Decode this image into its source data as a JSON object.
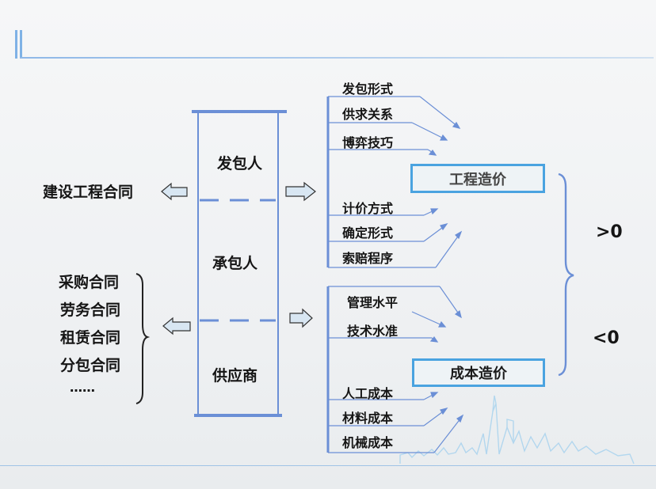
{
  "parties": {
    "employer": "发包人",
    "contractor": "承包人",
    "supplier": "供应商"
  },
  "left": {
    "construction_contract": "建设工程合同",
    "contracts": [
      "采购合同",
      "劳务合同",
      "租赁合同",
      "分包合同",
      "……"
    ]
  },
  "upper_factors": [
    "发包形式",
    "供求关系",
    "博弈技巧",
    "计价方式",
    "确定形式",
    "索赔程序"
  ],
  "lower_factors": [
    "管理水平",
    "技术水准",
    "人工成本",
    "材料成本",
    "机械成本"
  ],
  "boxes": {
    "engineering_cost": "工程造价",
    "cost_price": "成本造价"
  },
  "comparisons": {
    "greater": ">0",
    "less": "<0"
  },
  "colors": {
    "accent_blue": "#4aa3e0",
    "line_blue": "#6b8fd6",
    "arrow_fill": "#d8e6f2"
  }
}
